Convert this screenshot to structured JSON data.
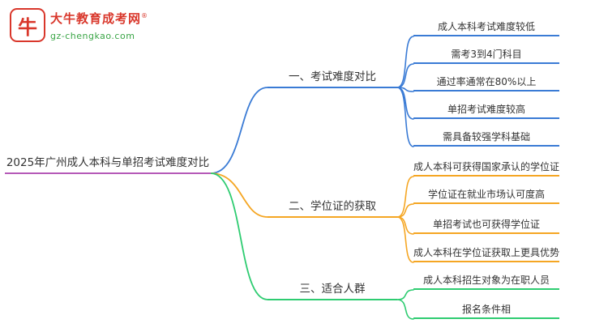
{
  "logo": {
    "icon_glyph": "牛",
    "title": "大牛教育成考网",
    "reg_mark": "®",
    "subtitle": "gz-chengkao.com",
    "brand_red": "#d9372b",
    "brand_green": "#3aa546"
  },
  "root": {
    "label": "2025年广州成人本科与单招考试难度对比",
    "underline_color": "#b55ab8"
  },
  "branches": [
    {
      "label": "一、考试难度对比",
      "color": "#3a7bd5",
      "children": [
        "成人本科考试难度较低",
        "需考3到4门科目",
        "通过率通常在80%以上",
        "单招考试难度较高",
        "需具备较强学科基础"
      ]
    },
    {
      "label": "二、学位证的获取",
      "color": "#f5a623",
      "children": [
        "成人本科可获得国家承认的学位证",
        "学位证在就业市场认可度高",
        "单招考试也可获得学位证",
        "成人本科在学位证获取上更具优势"
      ]
    },
    {
      "label": "三、适合人群",
      "color": "#2ecc71",
      "children": [
        "成人本科招生对象为在职人员",
        "报名条件相"
      ]
    }
  ],
  "colors": {
    "text": "#333333",
    "background": "#ffffff"
  }
}
